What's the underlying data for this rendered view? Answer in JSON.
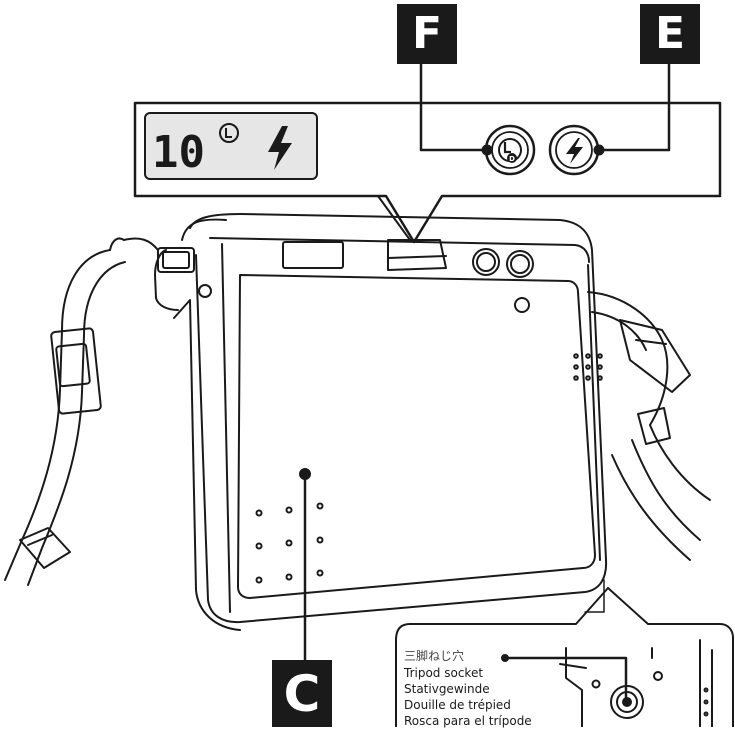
{
  "callouts": {
    "f": "F",
    "e": "E",
    "c": "C"
  },
  "lcd_panel": {
    "counter": "10",
    "mode_icon": "lighten-darken-icon",
    "flash_icon": "flash-bolt-icon"
  },
  "buttons": {
    "lighten_darken_icon": "lighten-darken-icon",
    "flash_icon": "flash-bolt-icon"
  },
  "tripod_socket": {
    "ja": "三脚ねじ穴",
    "en": "Tripod socket",
    "de": "Stativgewinde",
    "fr": "Douille de trépied",
    "es": "Rosca para el trípode"
  },
  "colors": {
    "line": "#1a1a1a",
    "lcd_fill": "#e6e6e6",
    "label_fill": "#1a1a1a",
    "label_text": "#ffffff"
  }
}
